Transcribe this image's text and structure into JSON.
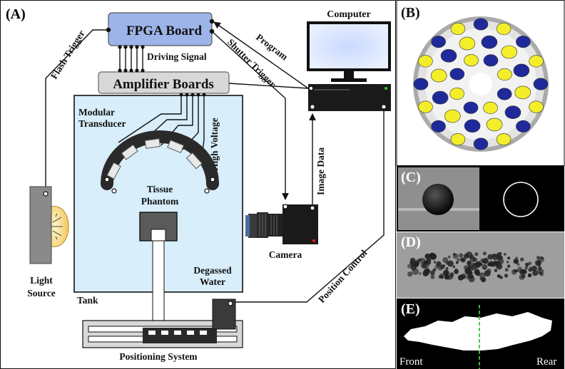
{
  "panels": {
    "a": "(A)",
    "b": "(B)",
    "c": "(C)",
    "d": "(D)",
    "e": "(E)"
  },
  "labels": {
    "fpga": "FPGA Board",
    "amplifier": "Amplifier Boards",
    "driving_signal": "Driving Signal",
    "flash_trigger": "Flash Trigger",
    "program": "Program",
    "shutter_trigger": "Shutter Trigger",
    "computer": "Computer",
    "modular": "Modular",
    "transducer": "Transducer",
    "high_voltage": "High Voltage",
    "tissue": "Tissue",
    "phantom": "Phantom",
    "image_data": "Image Data",
    "camera": "Camera",
    "light": "Light",
    "source": "Source",
    "tank": "Tank",
    "degassed": "Degassed",
    "water": "Water",
    "position_control": "Position Control",
    "positioning_system": "Positioning System",
    "front": "Front",
    "rear": "Rear"
  },
  "colors": {
    "fpga_fill": "#9db4e8",
    "amp_fill": "#d8d8d8",
    "tank_fill": "#d8eefb",
    "transducer_yellow": "#f3ee2a",
    "transducer_blue": "#1f2a9a"
  }
}
